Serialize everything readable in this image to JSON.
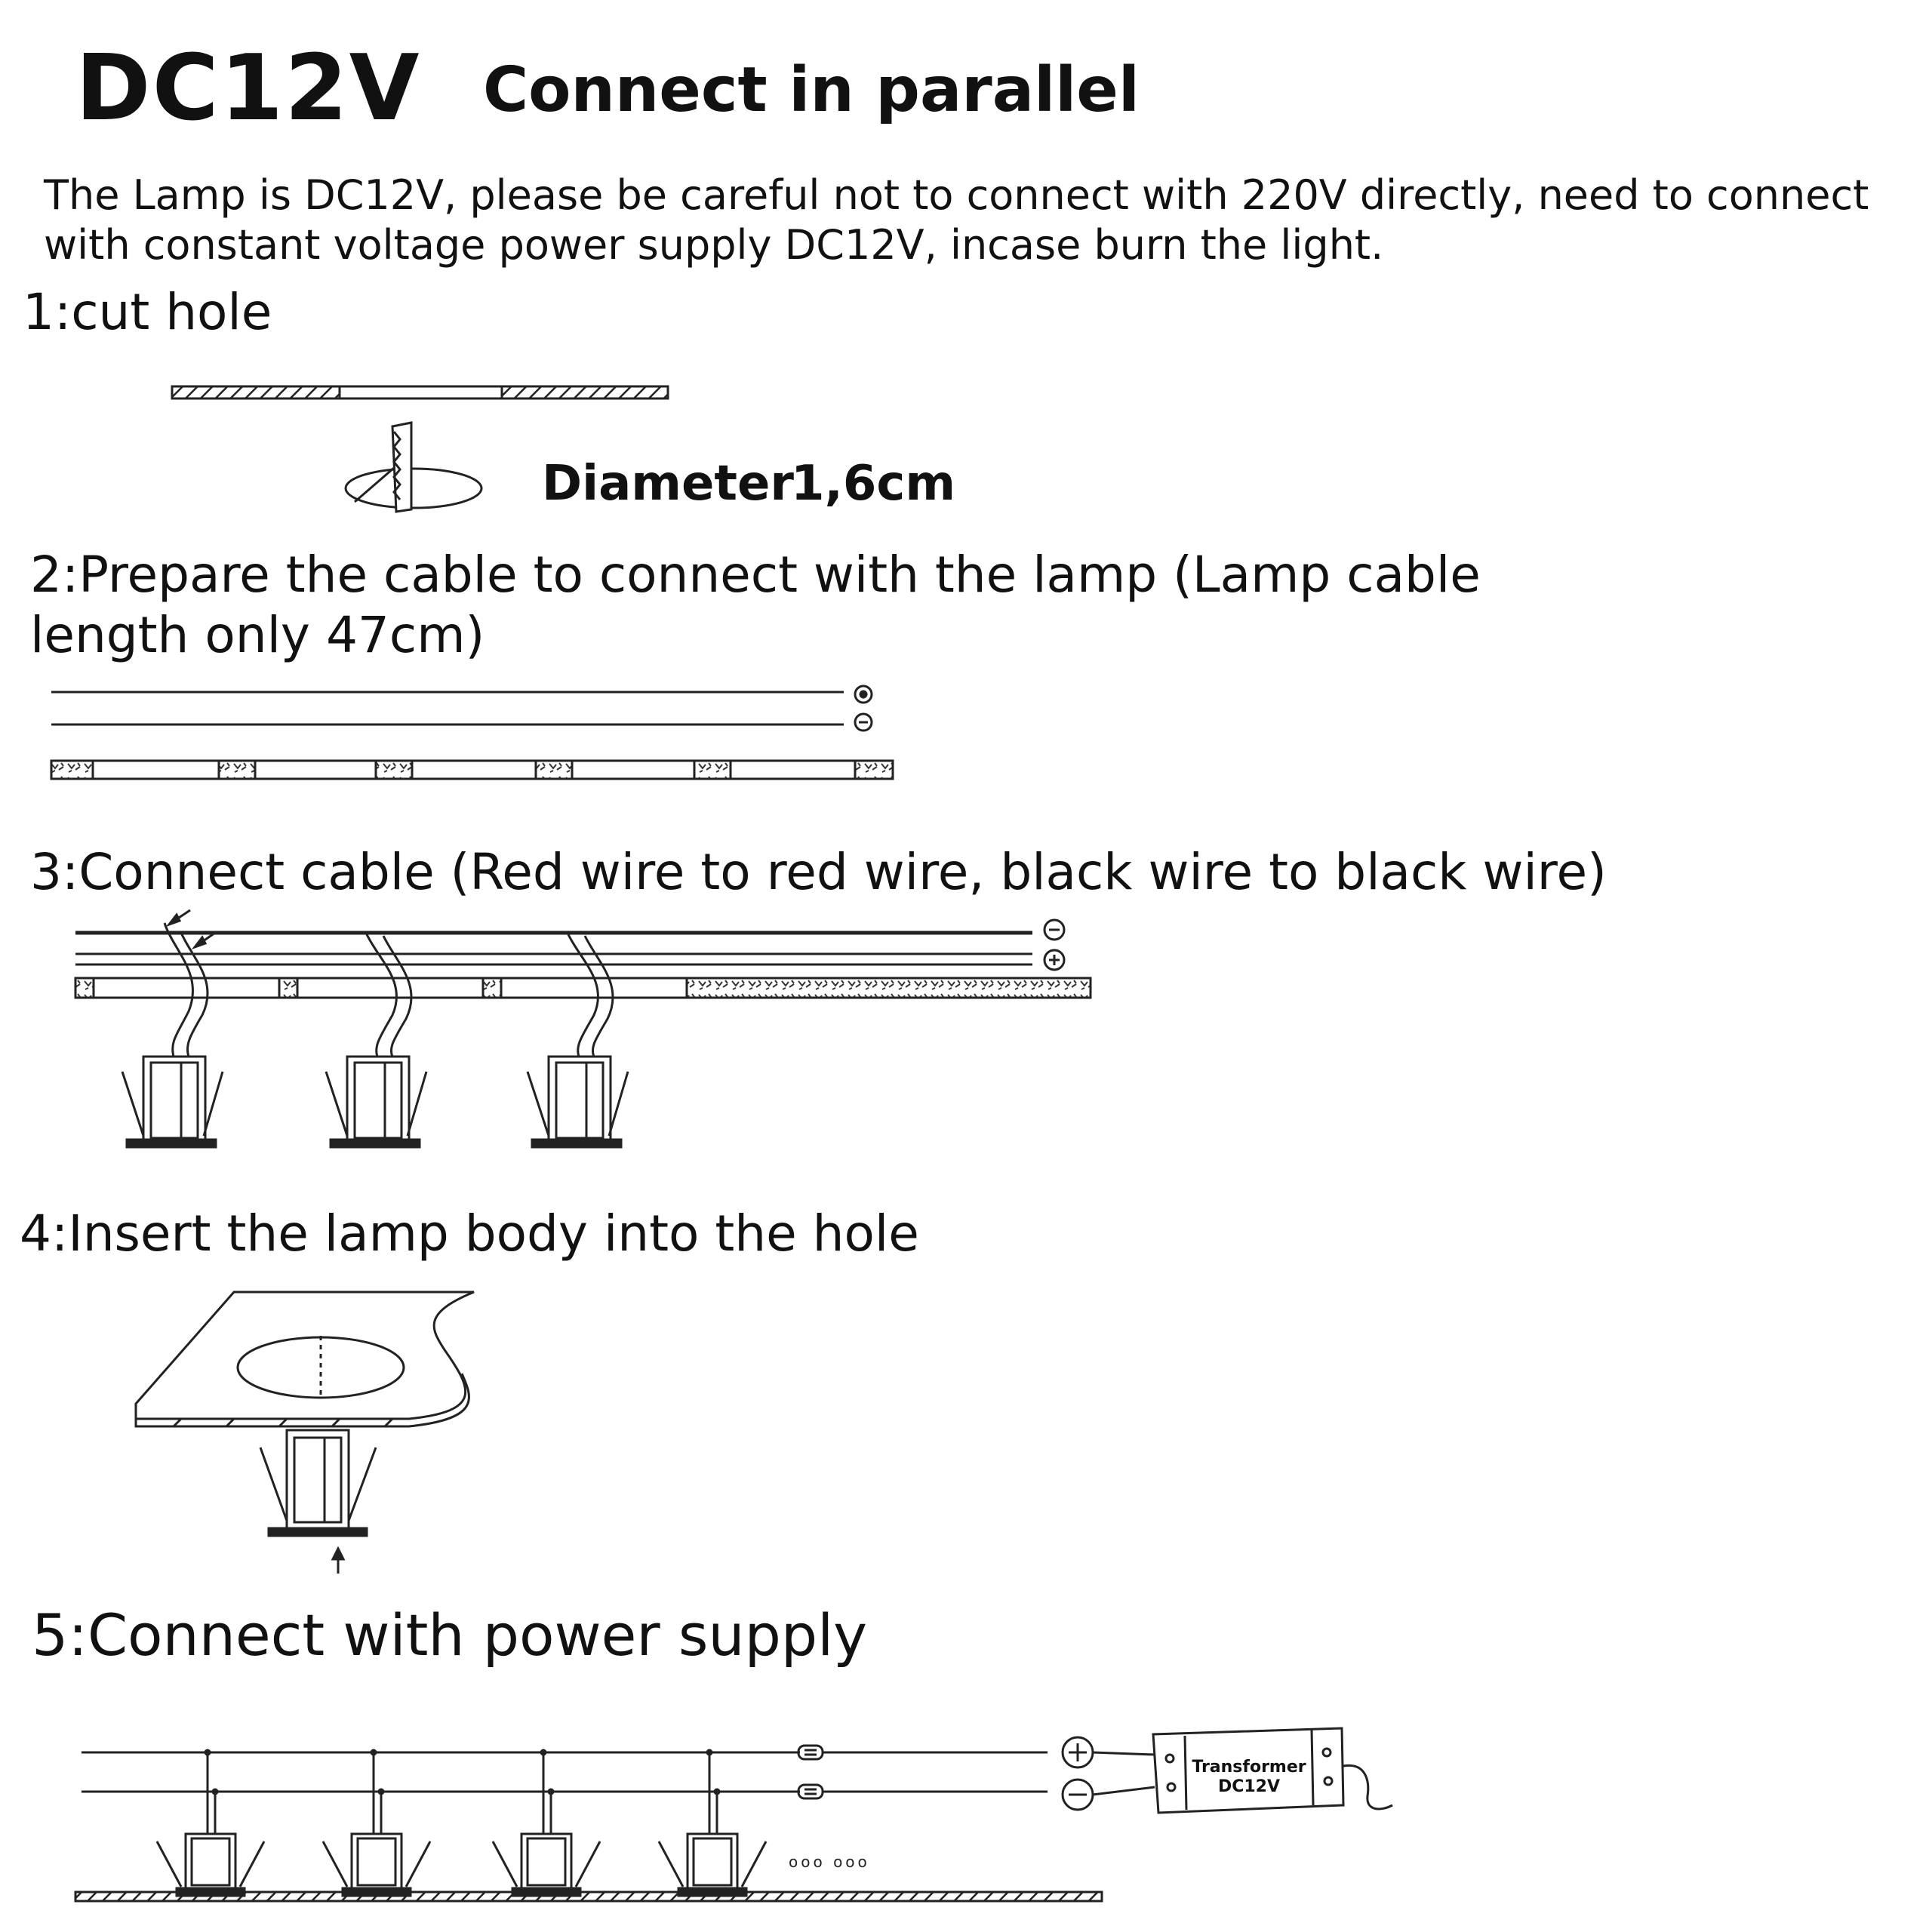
{
  "header": {
    "title": "DC12V",
    "subtitle": "Connect in parallel"
  },
  "warning": "The Lamp is DC12V, please be careful not to connect with 220V directly, need to connect with constant voltage power supply DC12V, incase burn the light.",
  "steps": [
    {
      "label": "1:cut hole"
    },
    {
      "label": "2:Prepare the cable to connect with the lamp (Lamp cable length only 47cm)"
    },
    {
      "label": "3:Connect cable (Red wire to red wire, black wire to black wire)"
    },
    {
      "label": "4:Insert the lamp body into the hole"
    },
    {
      "label": "5:Connect with power supply"
    }
  ],
  "diameter": {
    "label": "Diameter",
    "value": "1,6cm"
  },
  "transformer": {
    "line1": "Transformer",
    "line2": "DC12V"
  },
  "ellipsis": "ooo ooo"
}
